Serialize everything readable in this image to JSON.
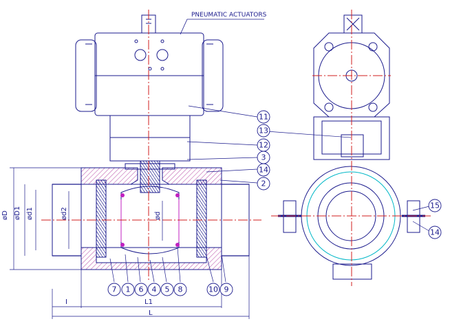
{
  "labels": {
    "pneumatic_actuators": "PNEUMATIC ACTUATORS"
  },
  "dimensions": {
    "D": "øD",
    "D1": "øD1",
    "d1": "ød1",
    "d2": "ød2",
    "d": "ød",
    "I": "I",
    "L1": "L1",
    "L": "L"
  },
  "callouts": [
    "1",
    "2",
    "3",
    "4",
    "5",
    "6",
    "7",
    "8",
    "9",
    "10",
    "11",
    "12",
    "13",
    "14",
    "15"
  ],
  "colors": {
    "outline": "#1a1a8c",
    "centerline": "#d21e1e",
    "hatch": "#c060b0",
    "highlight": "#c020c0",
    "accent": "#00b7c7"
  }
}
